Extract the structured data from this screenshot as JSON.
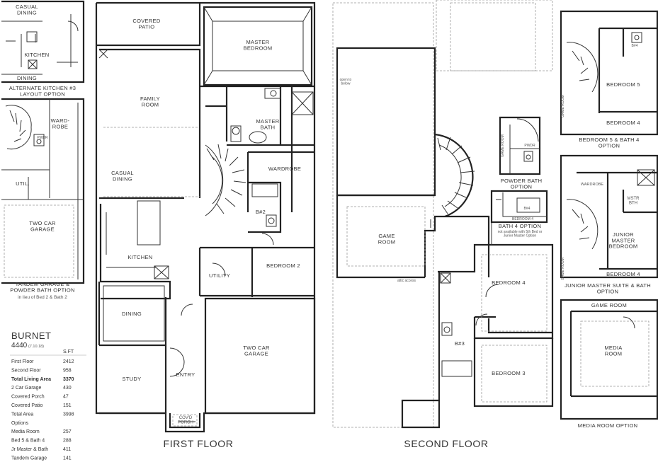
{
  "first_floor": {
    "title": "FIRST FLOOR",
    "rooms": {
      "covered_patio": "COVERED\nPATIO",
      "master_bedroom": "MASTER\nBEDROOM",
      "family_room": "FAMILY\nROOM",
      "master_bath": "MASTER\nBATH",
      "wardrobe": "WARDROBE",
      "casual_dining": "CASUAL\nDINING",
      "bath2": "B#2",
      "kitchen": "KITCHEN",
      "utility": "UTILITY",
      "bedroom2": "BEDROOM 2",
      "dining": "DINING",
      "two_car_garage": "TWO CAR\nGARAGE",
      "study": "STUDY",
      "entry": "ENTRY",
      "covd_porch": "COV'D\nPORCH"
    }
  },
  "second_floor": {
    "title": "SECOND FLOOR",
    "rooms": {
      "game_room": "GAME\nROOM",
      "bedroom4": "BEDROOM 4",
      "bath3": "B#3",
      "bedroom3": "BEDROOM 3",
      "open_to_below": "open to\nbelow",
      "attic_access": "attic access"
    }
  },
  "options": {
    "alt_kitchen": {
      "caption": "ALTERNATE KITCHEN #3\nLAYOUT OPTION",
      "rooms": [
        "CASUAL\nDINING",
        "KITCHEN",
        "DINING"
      ]
    },
    "tandem_garage": {
      "caption": "TANDEM GARAGE &\nPOWDER BATH OPTION",
      "note": "in lieu of Bed 2 & Bath 2",
      "rooms": [
        "WARD-\nROBE",
        "UTIL.",
        "TWO CAR\nGARAGE",
        "PWDR"
      ]
    },
    "powder_bath": {
      "caption": "POWDER BATH\nOPTION",
      "rooms": [
        "GAME ROOM",
        "PWDR"
      ]
    },
    "bath4": {
      "caption": "BATH 4 OPTION",
      "note": "not available with 5th Bed or\nJunior Master Option",
      "rooms": [
        "B#4",
        "BEDROOM 4"
      ]
    },
    "bed5_bath4": {
      "caption": "BEDROOM 5 & BATH 4\nOPTION",
      "rooms": [
        "BEDROOM 5",
        "BEDROOM 4",
        "B#4",
        "GAME ROOM"
      ]
    },
    "junior_master": {
      "caption": "JUNIOR MASTER SUITE & BATH\nOPTION",
      "rooms": [
        "WARDROBE",
        "MSTR\nBTH",
        "JUNIOR\nMASTER\nBEDROOM",
        "BEDROOM 4",
        "GAME ROOM"
      ]
    },
    "media_room": {
      "caption": "MEDIA ROOM OPTION",
      "rooms": [
        "GAME ROOM",
        "MEDIA\nROOM"
      ]
    }
  },
  "plan_info": {
    "name": "BURNET",
    "number": "4440",
    "date": "(7.10.18)",
    "unit_header": "S.FT",
    "areas": [
      {
        "label": "First Floor",
        "value": "2412",
        "bold": false
      },
      {
        "label": "Second Floor",
        "value": "958",
        "bold": false
      },
      {
        "label": "Total Living Area",
        "value": "3370",
        "bold": true
      },
      {
        "label": "2 Car Garage",
        "value": "430",
        "bold": false
      },
      {
        "label": "Covered Porch",
        "value": "47",
        "bold": false
      },
      {
        "label": "Covered Patio",
        "value": "151",
        "bold": false
      },
      {
        "label": "Total Area",
        "value": "3998",
        "bold": false
      }
    ],
    "options_header": "Options",
    "options": [
      {
        "label": "Media Room",
        "value": "257"
      },
      {
        "label": "Bed 5 & Bath 4",
        "value": "288"
      },
      {
        "label": "Jr Master & Bath",
        "value": "411"
      },
      {
        "label": "Tandem Garage",
        "value": "141"
      }
    ]
  }
}
